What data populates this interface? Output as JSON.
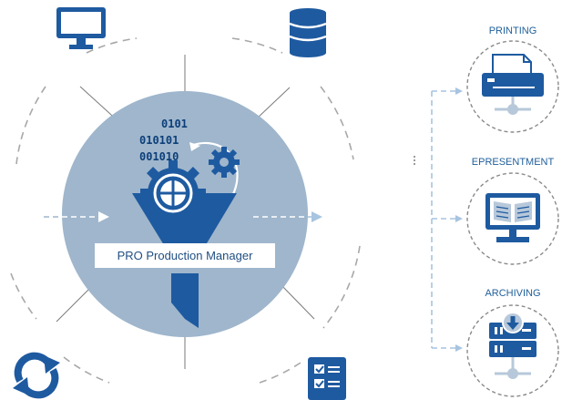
{
  "center": {
    "binary": [
      "0101",
      "010101",
      "001010"
    ],
    "label": "PRO Production Manager"
  },
  "outputs": [
    {
      "label": "PRINTING",
      "icon": "printer-icon"
    },
    {
      "label": "EPRESENTMENT",
      "icon": "open-book-monitor-icon"
    },
    {
      "label": "ARCHIVING",
      "icon": "server-download-icon"
    }
  ],
  "sources": {
    "top_left": "desktop-monitor-icon",
    "top_right": "database-icon",
    "bottom_left": "sync-arrows-icon",
    "bottom_right": "checklist-icon"
  },
  "colors": {
    "primary_blue": "#1e5aa0",
    "circle_fill": "#9fb6cc",
    "dashed_gray": "#a8a8a8",
    "arrow_light": "#a7c4e0",
    "dark_navy": "#0d3f7a"
  }
}
